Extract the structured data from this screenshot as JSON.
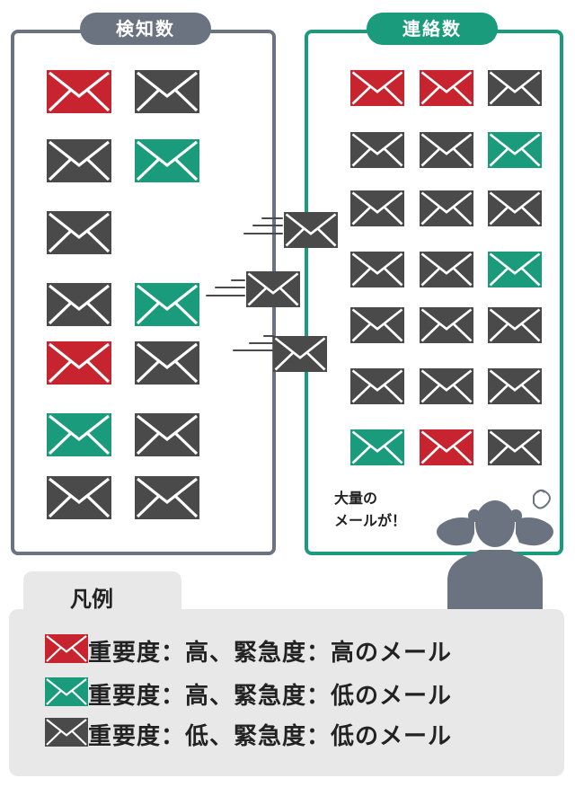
{
  "panels": {
    "detected": {
      "title": "検知数",
      "color": "#6b7380"
    },
    "contacted": {
      "title": "連絡数",
      "color": "#1a9b7c"
    }
  },
  "colors": {
    "red": "#c8242f",
    "green": "#1a9b7c",
    "dark": "#4a4a4a",
    "fold": "#ffffff"
  },
  "detected_envelopes": [
    "red",
    "dark",
    "dark",
    "green",
    "dark",
    "dark",
    "green",
    "red",
    "dark",
    "green",
    "dark",
    "dark",
    "dark"
  ],
  "moving_envelopes": [
    "dark",
    "dark",
    "dark"
  ],
  "contacted_envelopes": [
    "red",
    "red",
    "dark",
    "dark",
    "dark",
    "green",
    "dark",
    "dark",
    "dark",
    "dark",
    "dark",
    "green",
    "dark",
    "dark",
    "dark",
    "dark",
    "dark",
    "dark",
    "green",
    "red",
    "dark"
  ],
  "callout": {
    "line1": "大量の",
    "line2": "メールが！",
    "figure_icon": "stressed-person-icon"
  },
  "legend": {
    "title": "凡例",
    "items": [
      {
        "color": "red",
        "label": "重要度：高、緊急度：高のメール"
      },
      {
        "color": "green",
        "label": "重要度：高、緊急度：低のメール"
      },
      {
        "color": "dark",
        "label": "重要度：低、緊急度：低のメール"
      }
    ]
  }
}
